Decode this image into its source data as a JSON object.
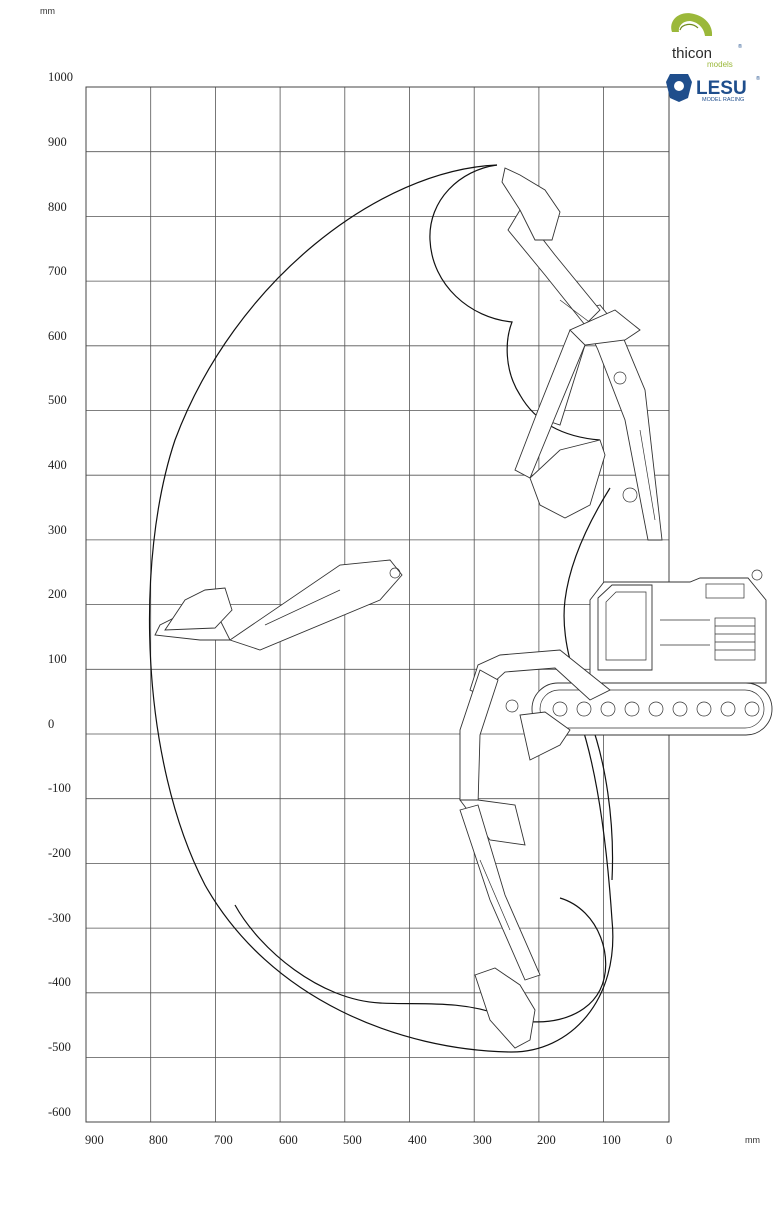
{
  "units": {
    "y_unit": "mm",
    "x_unit": "mm"
  },
  "axes": {
    "y_ticks": [
      "1000",
      "900",
      "800",
      "700",
      "600",
      "500",
      "400",
      "300",
      "200",
      "100",
      "0",
      "-100",
      "-200",
      "-300",
      "-400",
      "-500",
      "-600"
    ],
    "x_ticks": [
      "900",
      "800",
      "700",
      "600",
      "500",
      "400",
      "300",
      "200",
      "100",
      "0"
    ]
  },
  "logos": {
    "thicon": {
      "name": "thicon",
      "reg": "®",
      "sub": "models"
    },
    "lesu": {
      "name": "LESU",
      "reg": "®",
      "sub": "MODEL RACING"
    }
  },
  "colors": {
    "grid": "#555555",
    "line": "#111111",
    "thicon_green": "#9bb83a",
    "lesu_blue": "#1f4e8c"
  }
}
